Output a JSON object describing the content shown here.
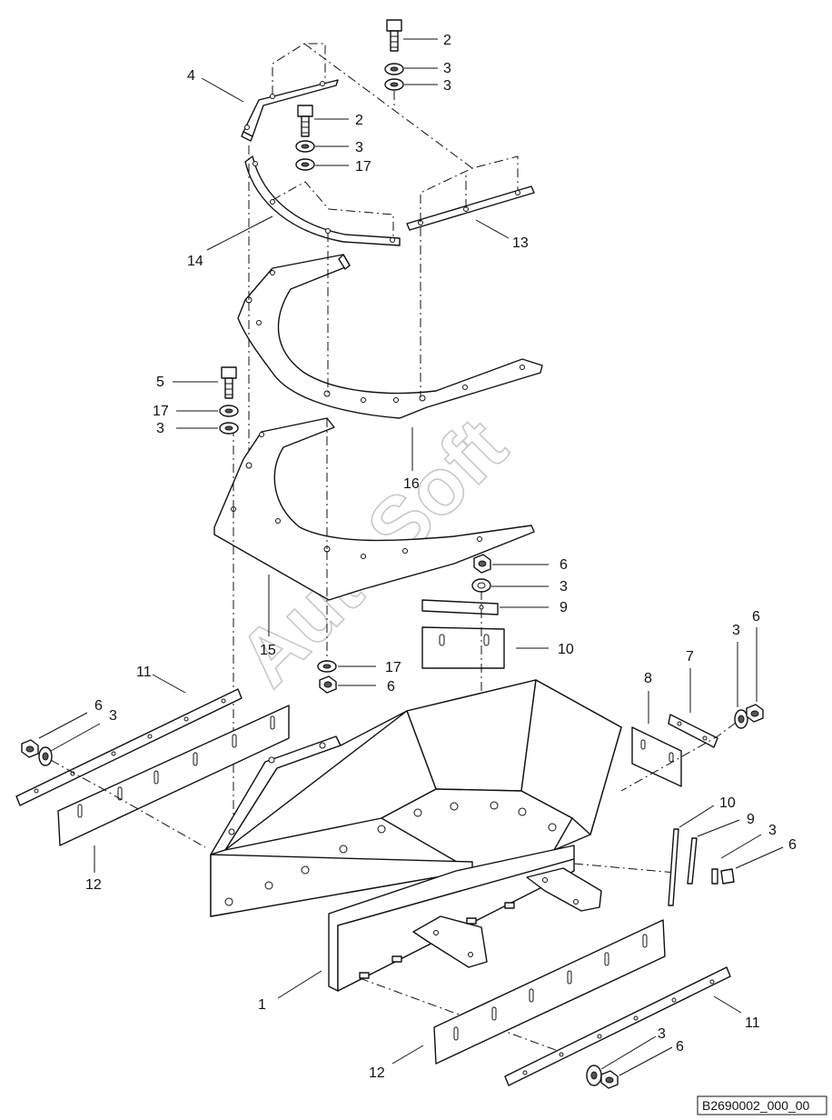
{
  "watermark": "AutoSoft",
  "reference_code": "B2690002_000_00",
  "callouts": [
    {
      "id": "c2a",
      "text": "2"
    },
    {
      "id": "c3a",
      "text": "3"
    },
    {
      "id": "c3b",
      "text": "3"
    },
    {
      "id": "c4",
      "text": "4"
    },
    {
      "id": "c2b",
      "text": "2"
    },
    {
      "id": "c3c",
      "text": "3"
    },
    {
      "id": "c17a",
      "text": "17"
    },
    {
      "id": "c14",
      "text": "14"
    },
    {
      "id": "c13",
      "text": "13"
    },
    {
      "id": "c5",
      "text": "5"
    },
    {
      "id": "c17b",
      "text": "17"
    },
    {
      "id": "c3d",
      "text": "3"
    },
    {
      "id": "c16",
      "text": "16"
    },
    {
      "id": "c6a",
      "text": "6"
    },
    {
      "id": "c3e",
      "text": "3"
    },
    {
      "id": "c9a",
      "text": "9"
    },
    {
      "id": "c10a",
      "text": "10"
    },
    {
      "id": "c15",
      "text": "15"
    },
    {
      "id": "c17c",
      "text": "17"
    },
    {
      "id": "c6b",
      "text": "6"
    },
    {
      "id": "c11a",
      "text": "11"
    },
    {
      "id": "c6c",
      "text": "6"
    },
    {
      "id": "c3f",
      "text": "3"
    },
    {
      "id": "c8",
      "text": "8"
    },
    {
      "id": "c7",
      "text": "7"
    },
    {
      "id": "c3g",
      "text": "3"
    },
    {
      "id": "c6d",
      "text": "6"
    },
    {
      "id": "c12a",
      "text": "12"
    },
    {
      "id": "c10b",
      "text": "10"
    },
    {
      "id": "c9b",
      "text": "9"
    },
    {
      "id": "c3h",
      "text": "3"
    },
    {
      "id": "c6e",
      "text": "6"
    },
    {
      "id": "c1",
      "text": "1"
    },
    {
      "id": "c11b",
      "text": "11"
    },
    {
      "id": "c3i",
      "text": "3"
    },
    {
      "id": "c6f",
      "text": "6"
    },
    {
      "id": "c12b",
      "text": "12"
    }
  ]
}
